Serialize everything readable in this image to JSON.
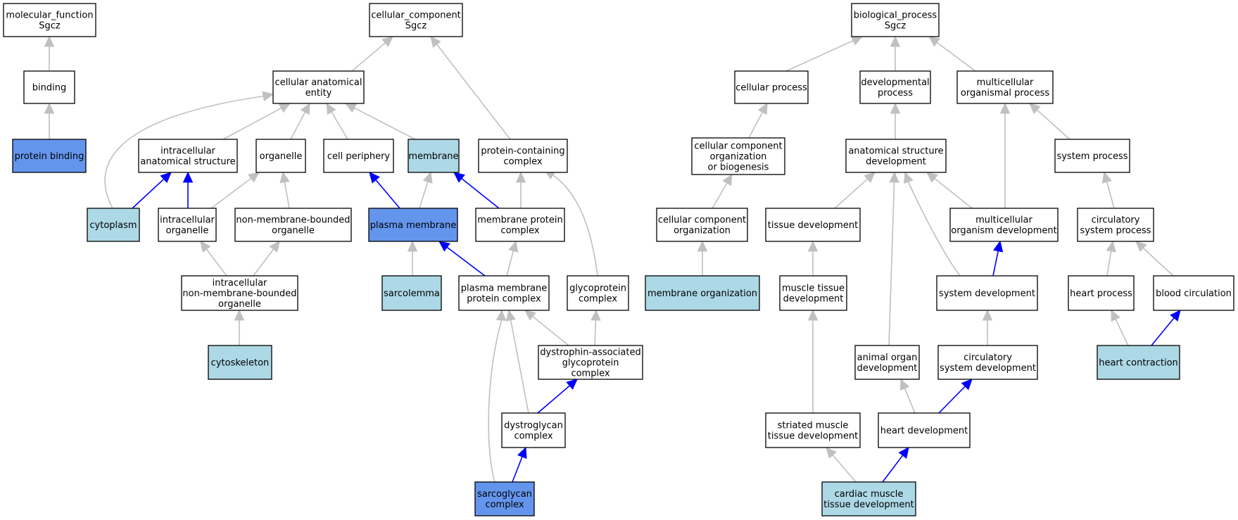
{
  "colors": {
    "default_fill": "#ffffff",
    "light_fill": "#add8e6",
    "dark_fill": "#6495ed",
    "gray_edge": "#c0c0c0",
    "blue_edge": "#0000ff"
  },
  "nodes": [
    {
      "id": "molecular_function",
      "lines": [
        "molecular_function",
        "Sgcz"
      ],
      "fill": "default"
    },
    {
      "id": "binding",
      "lines": [
        "binding"
      ],
      "fill": "default"
    },
    {
      "id": "protein_binding",
      "lines": [
        "protein binding"
      ],
      "fill": "dark"
    },
    {
      "id": "cellular_component",
      "lines": [
        "cellular_component",
        "Sgcz"
      ],
      "fill": "default"
    },
    {
      "id": "cellular_anatomical_entity",
      "lines": [
        "cellular anatomical",
        "entity"
      ],
      "fill": "default"
    },
    {
      "id": "intracellular_anatomical_structure",
      "lines": [
        "intracellular",
        "anatomical structure"
      ],
      "fill": "default"
    },
    {
      "id": "organelle",
      "lines": [
        "organelle"
      ],
      "fill": "default"
    },
    {
      "id": "cell_periphery",
      "lines": [
        "cell periphery"
      ],
      "fill": "default"
    },
    {
      "id": "membrane",
      "lines": [
        "membrane"
      ],
      "fill": "light"
    },
    {
      "id": "protein_containing_complex",
      "lines": [
        "protein-containing",
        "complex"
      ],
      "fill": "default"
    },
    {
      "id": "cytoplasm",
      "lines": [
        "cytoplasm"
      ],
      "fill": "light"
    },
    {
      "id": "intracellular_organelle",
      "lines": [
        "intracellular",
        "organelle"
      ],
      "fill": "default"
    },
    {
      "id": "non_membrane_bounded_organelle",
      "lines": [
        "non-membrane-bounded",
        "organelle"
      ],
      "fill": "default"
    },
    {
      "id": "plasma_membrane",
      "lines": [
        "plasma membrane"
      ],
      "fill": "dark"
    },
    {
      "id": "membrane_protein_complex",
      "lines": [
        "membrane protein",
        "complex"
      ],
      "fill": "default"
    },
    {
      "id": "intracellular_nmb_organelle",
      "lines": [
        "intracellular",
        "non-membrane-bounded",
        "organelle"
      ],
      "fill": "default"
    },
    {
      "id": "sarcolemma",
      "lines": [
        "sarcolemma"
      ],
      "fill": "light"
    },
    {
      "id": "plasma_membrane_protein_complex",
      "lines": [
        "plasma membrane",
        "protein complex"
      ],
      "fill": "default"
    },
    {
      "id": "glycoprotein_complex",
      "lines": [
        "glycoprotein",
        "complex"
      ],
      "fill": "default"
    },
    {
      "id": "cytoskeleton",
      "lines": [
        "cytoskeleton"
      ],
      "fill": "light"
    },
    {
      "id": "dystrophin_complex",
      "lines": [
        "dystrophin-associated",
        "glycoprotein",
        "complex"
      ],
      "fill": "default"
    },
    {
      "id": "dystroglycan_complex",
      "lines": [
        "dystroglycan",
        "complex"
      ],
      "fill": "default"
    },
    {
      "id": "sarcoglycan_complex",
      "lines": [
        "sarcoglycan",
        "complex"
      ],
      "fill": "dark"
    },
    {
      "id": "biological_process",
      "lines": [
        "biological_process",
        "Sgcz"
      ],
      "fill": "default"
    },
    {
      "id": "cellular_process",
      "lines": [
        "cellular process"
      ],
      "fill": "default"
    },
    {
      "id": "developmental_process",
      "lines": [
        "developmental",
        "process"
      ],
      "fill": "default"
    },
    {
      "id": "multicellular_organismal_process",
      "lines": [
        "multicellular",
        "organismal process"
      ],
      "fill": "default"
    },
    {
      "id": "ccob",
      "lines": [
        "cellular component",
        "organization",
        "or biogenesis"
      ],
      "fill": "default"
    },
    {
      "id": "anatomical_structure_development",
      "lines": [
        "anatomical structure",
        "development"
      ],
      "fill": "default"
    },
    {
      "id": "system_process",
      "lines": [
        "system process"
      ],
      "fill": "default"
    },
    {
      "id": "cellular_component_organization",
      "lines": [
        "cellular component",
        "organization"
      ],
      "fill": "default"
    },
    {
      "id": "tissue_development",
      "lines": [
        "tissue development"
      ],
      "fill": "default"
    },
    {
      "id": "multicellular_organism_development",
      "lines": [
        "multicellular",
        "organism development"
      ],
      "fill": "default"
    },
    {
      "id": "circulatory_system_process",
      "lines": [
        "circulatory",
        "system process"
      ],
      "fill": "default"
    },
    {
      "id": "membrane_organization",
      "lines": [
        "membrane organization"
      ],
      "fill": "light"
    },
    {
      "id": "muscle_tissue_development",
      "lines": [
        "muscle tissue",
        "development"
      ],
      "fill": "default"
    },
    {
      "id": "system_development",
      "lines": [
        "system development"
      ],
      "fill": "default"
    },
    {
      "id": "heart_process",
      "lines": [
        "heart process"
      ],
      "fill": "default"
    },
    {
      "id": "blood_circulation",
      "lines": [
        "blood circulation"
      ],
      "fill": "default"
    },
    {
      "id": "animal_organ_development",
      "lines": [
        "animal organ",
        "development"
      ],
      "fill": "default"
    },
    {
      "id": "circulatory_system_development",
      "lines": [
        "circulatory",
        "system development"
      ],
      "fill": "default"
    },
    {
      "id": "heart_contraction",
      "lines": [
        "heart contraction"
      ],
      "fill": "light"
    },
    {
      "id": "striated_muscle_tissue_development",
      "lines": [
        "striated muscle",
        "tissue development"
      ],
      "fill": "default"
    },
    {
      "id": "heart_development",
      "lines": [
        "heart development"
      ],
      "fill": "default"
    },
    {
      "id": "cardiac_muscle_tissue_development",
      "lines": [
        "cardiac muscle",
        "tissue development"
      ],
      "fill": "light"
    }
  ],
  "edges": [
    {
      "from": "binding",
      "to": "molecular_function",
      "kind": "gray"
    },
    {
      "from": "protein_binding",
      "to": "binding",
      "kind": "gray"
    },
    {
      "from": "cellular_anatomical_entity",
      "to": "cellular_component",
      "kind": "gray"
    },
    {
      "from": "protein_containing_complex",
      "to": "cellular_component",
      "kind": "gray"
    },
    {
      "from": "intracellular_anatomical_structure",
      "to": "cellular_anatomical_entity",
      "kind": "gray"
    },
    {
      "from": "organelle",
      "to": "cellular_anatomical_entity",
      "kind": "gray"
    },
    {
      "from": "cell_periphery",
      "to": "cellular_anatomical_entity",
      "kind": "gray"
    },
    {
      "from": "membrane",
      "to": "cellular_anatomical_entity",
      "kind": "gray"
    },
    {
      "from": "cytoplasm",
      "to": "cellular_anatomical_entity",
      "kind": "gray",
      "curve": "cytoplasm"
    },
    {
      "from": "cytoplasm",
      "to": "intracellular_anatomical_structure",
      "kind": "blue"
    },
    {
      "from": "intracellular_organelle",
      "to": "intracellular_anatomical_structure",
      "kind": "blue"
    },
    {
      "from": "intracellular_organelle",
      "to": "organelle",
      "kind": "gray"
    },
    {
      "from": "non_membrane_bounded_organelle",
      "to": "organelle",
      "kind": "gray"
    },
    {
      "from": "plasma_membrane",
      "to": "cell_periphery",
      "kind": "blue"
    },
    {
      "from": "plasma_membrane",
      "to": "membrane",
      "kind": "gray"
    },
    {
      "from": "membrane_protein_complex",
      "to": "membrane",
      "kind": "blue"
    },
    {
      "from": "membrane_protein_complex",
      "to": "protein_containing_complex",
      "kind": "gray"
    },
    {
      "from": "intracellular_nmb_organelle",
      "to": "intracellular_organelle",
      "kind": "gray"
    },
    {
      "from": "intracellular_nmb_organelle",
      "to": "non_membrane_bounded_organelle",
      "kind": "gray"
    },
    {
      "from": "sarcolemma",
      "to": "plasma_membrane",
      "kind": "gray"
    },
    {
      "from": "plasma_membrane_protein_complex",
      "to": "plasma_membrane",
      "kind": "blue"
    },
    {
      "from": "plasma_membrane_protein_complex",
      "to": "membrane_protein_complex",
      "kind": "gray"
    },
    {
      "from": "glycoprotein_complex",
      "to": "protein_containing_complex",
      "kind": "gray",
      "curve": "glyco"
    },
    {
      "from": "cytoskeleton",
      "to": "intracellular_nmb_organelle",
      "kind": "gray"
    },
    {
      "from": "dystrophin_complex",
      "to": "plasma_membrane_protein_complex",
      "kind": "gray"
    },
    {
      "from": "dystrophin_complex",
      "to": "glycoprotein_complex",
      "kind": "gray"
    },
    {
      "from": "dystroglycan_complex",
      "to": "dystrophin_complex",
      "kind": "blue"
    },
    {
      "from": "dystroglycan_complex",
      "to": "plasma_membrane_protein_complex",
      "kind": "gray"
    },
    {
      "from": "sarcoglycan_complex",
      "to": "dystroglycan_complex",
      "kind": "blue"
    },
    {
      "from": "sarcoglycan_complex",
      "to": "plasma_membrane_protein_complex",
      "kind": "gray",
      "curve": "sarco"
    },
    {
      "from": "cellular_process",
      "to": "biological_process",
      "kind": "gray"
    },
    {
      "from": "developmental_process",
      "to": "biological_process",
      "kind": "gray"
    },
    {
      "from": "multicellular_organismal_process",
      "to": "biological_process",
      "kind": "gray"
    },
    {
      "from": "ccob",
      "to": "cellular_process",
      "kind": "gray"
    },
    {
      "from": "anatomical_structure_development",
      "to": "developmental_process",
      "kind": "gray"
    },
    {
      "from": "system_process",
      "to": "multicellular_organismal_process",
      "kind": "gray"
    },
    {
      "from": "cellular_component_organization",
      "to": "ccob",
      "kind": "gray"
    },
    {
      "from": "tissue_development",
      "to": "anatomical_structure_development",
      "kind": "gray"
    },
    {
      "from": "multicellular_organism_development",
      "to": "anatomical_structure_development",
      "kind": "gray"
    },
    {
      "from": "multicellular_organism_development",
      "to": "multicellular_organismal_process",
      "kind": "gray"
    },
    {
      "from": "circulatory_system_process",
      "to": "system_process",
      "kind": "gray"
    },
    {
      "from": "membrane_organization",
      "to": "cellular_component_organization",
      "kind": "gray"
    },
    {
      "from": "muscle_tissue_development",
      "to": "tissue_development",
      "kind": "gray"
    },
    {
      "from": "system_development",
      "to": "anatomical_structure_development",
      "kind": "gray",
      "curve": "sysdev"
    },
    {
      "from": "system_development",
      "to": "multicellular_organism_development",
      "kind": "blue"
    },
    {
      "from": "heart_process",
      "to": "circulatory_system_process",
      "kind": "gray"
    },
    {
      "from": "blood_circulation",
      "to": "circulatory_system_process",
      "kind": "gray"
    },
    {
      "from": "animal_organ_development",
      "to": "anatomical_structure_development",
      "kind": "gray"
    },
    {
      "from": "circulatory_system_development",
      "to": "system_development",
      "kind": "gray"
    },
    {
      "from": "heart_contraction",
      "to": "heart_process",
      "kind": "gray"
    },
    {
      "from": "heart_contraction",
      "to": "blood_circulation",
      "kind": "blue"
    },
    {
      "from": "striated_muscle_tissue_development",
      "to": "muscle_tissue_development",
      "kind": "gray"
    },
    {
      "from": "heart_development",
      "to": "animal_organ_development",
      "kind": "gray"
    },
    {
      "from": "heart_development",
      "to": "circulatory_system_development",
      "kind": "blue"
    },
    {
      "from": "cardiac_muscle_tissue_development",
      "to": "striated_muscle_tissue_development",
      "kind": "gray"
    },
    {
      "from": "cardiac_muscle_tissue_development",
      "to": "heart_development",
      "kind": "blue"
    }
  ]
}
